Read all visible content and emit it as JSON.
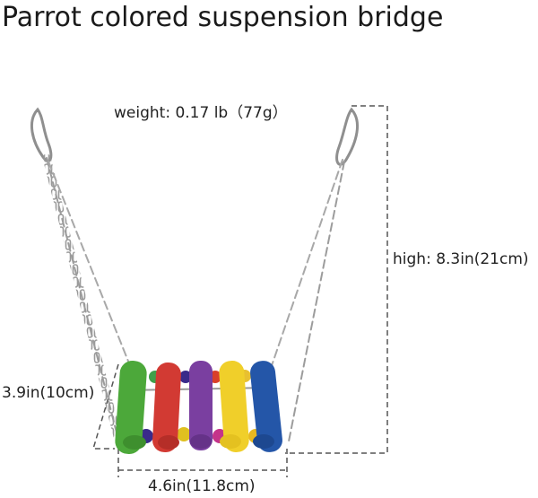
{
  "title": "Parrot colored suspension bridge",
  "specs": {
    "weight": "weight: 0.17 lb（77g）",
    "height": "high: 8.3in(21cm)",
    "depth": "3.9in(10cm)",
    "width": "4.6in(11.8cm)"
  },
  "colors": {
    "perches": [
      "#4ca83a",
      "#d23a33",
      "#7a3fa0",
      "#f0cf2a",
      "#2456a8"
    ],
    "beads": [
      "#e0c020",
      "#3a2a8a",
      "#d9402a",
      "#2a5ab0",
      "#e8c030",
      "#c4338a",
      "#e8b820"
    ]
  }
}
